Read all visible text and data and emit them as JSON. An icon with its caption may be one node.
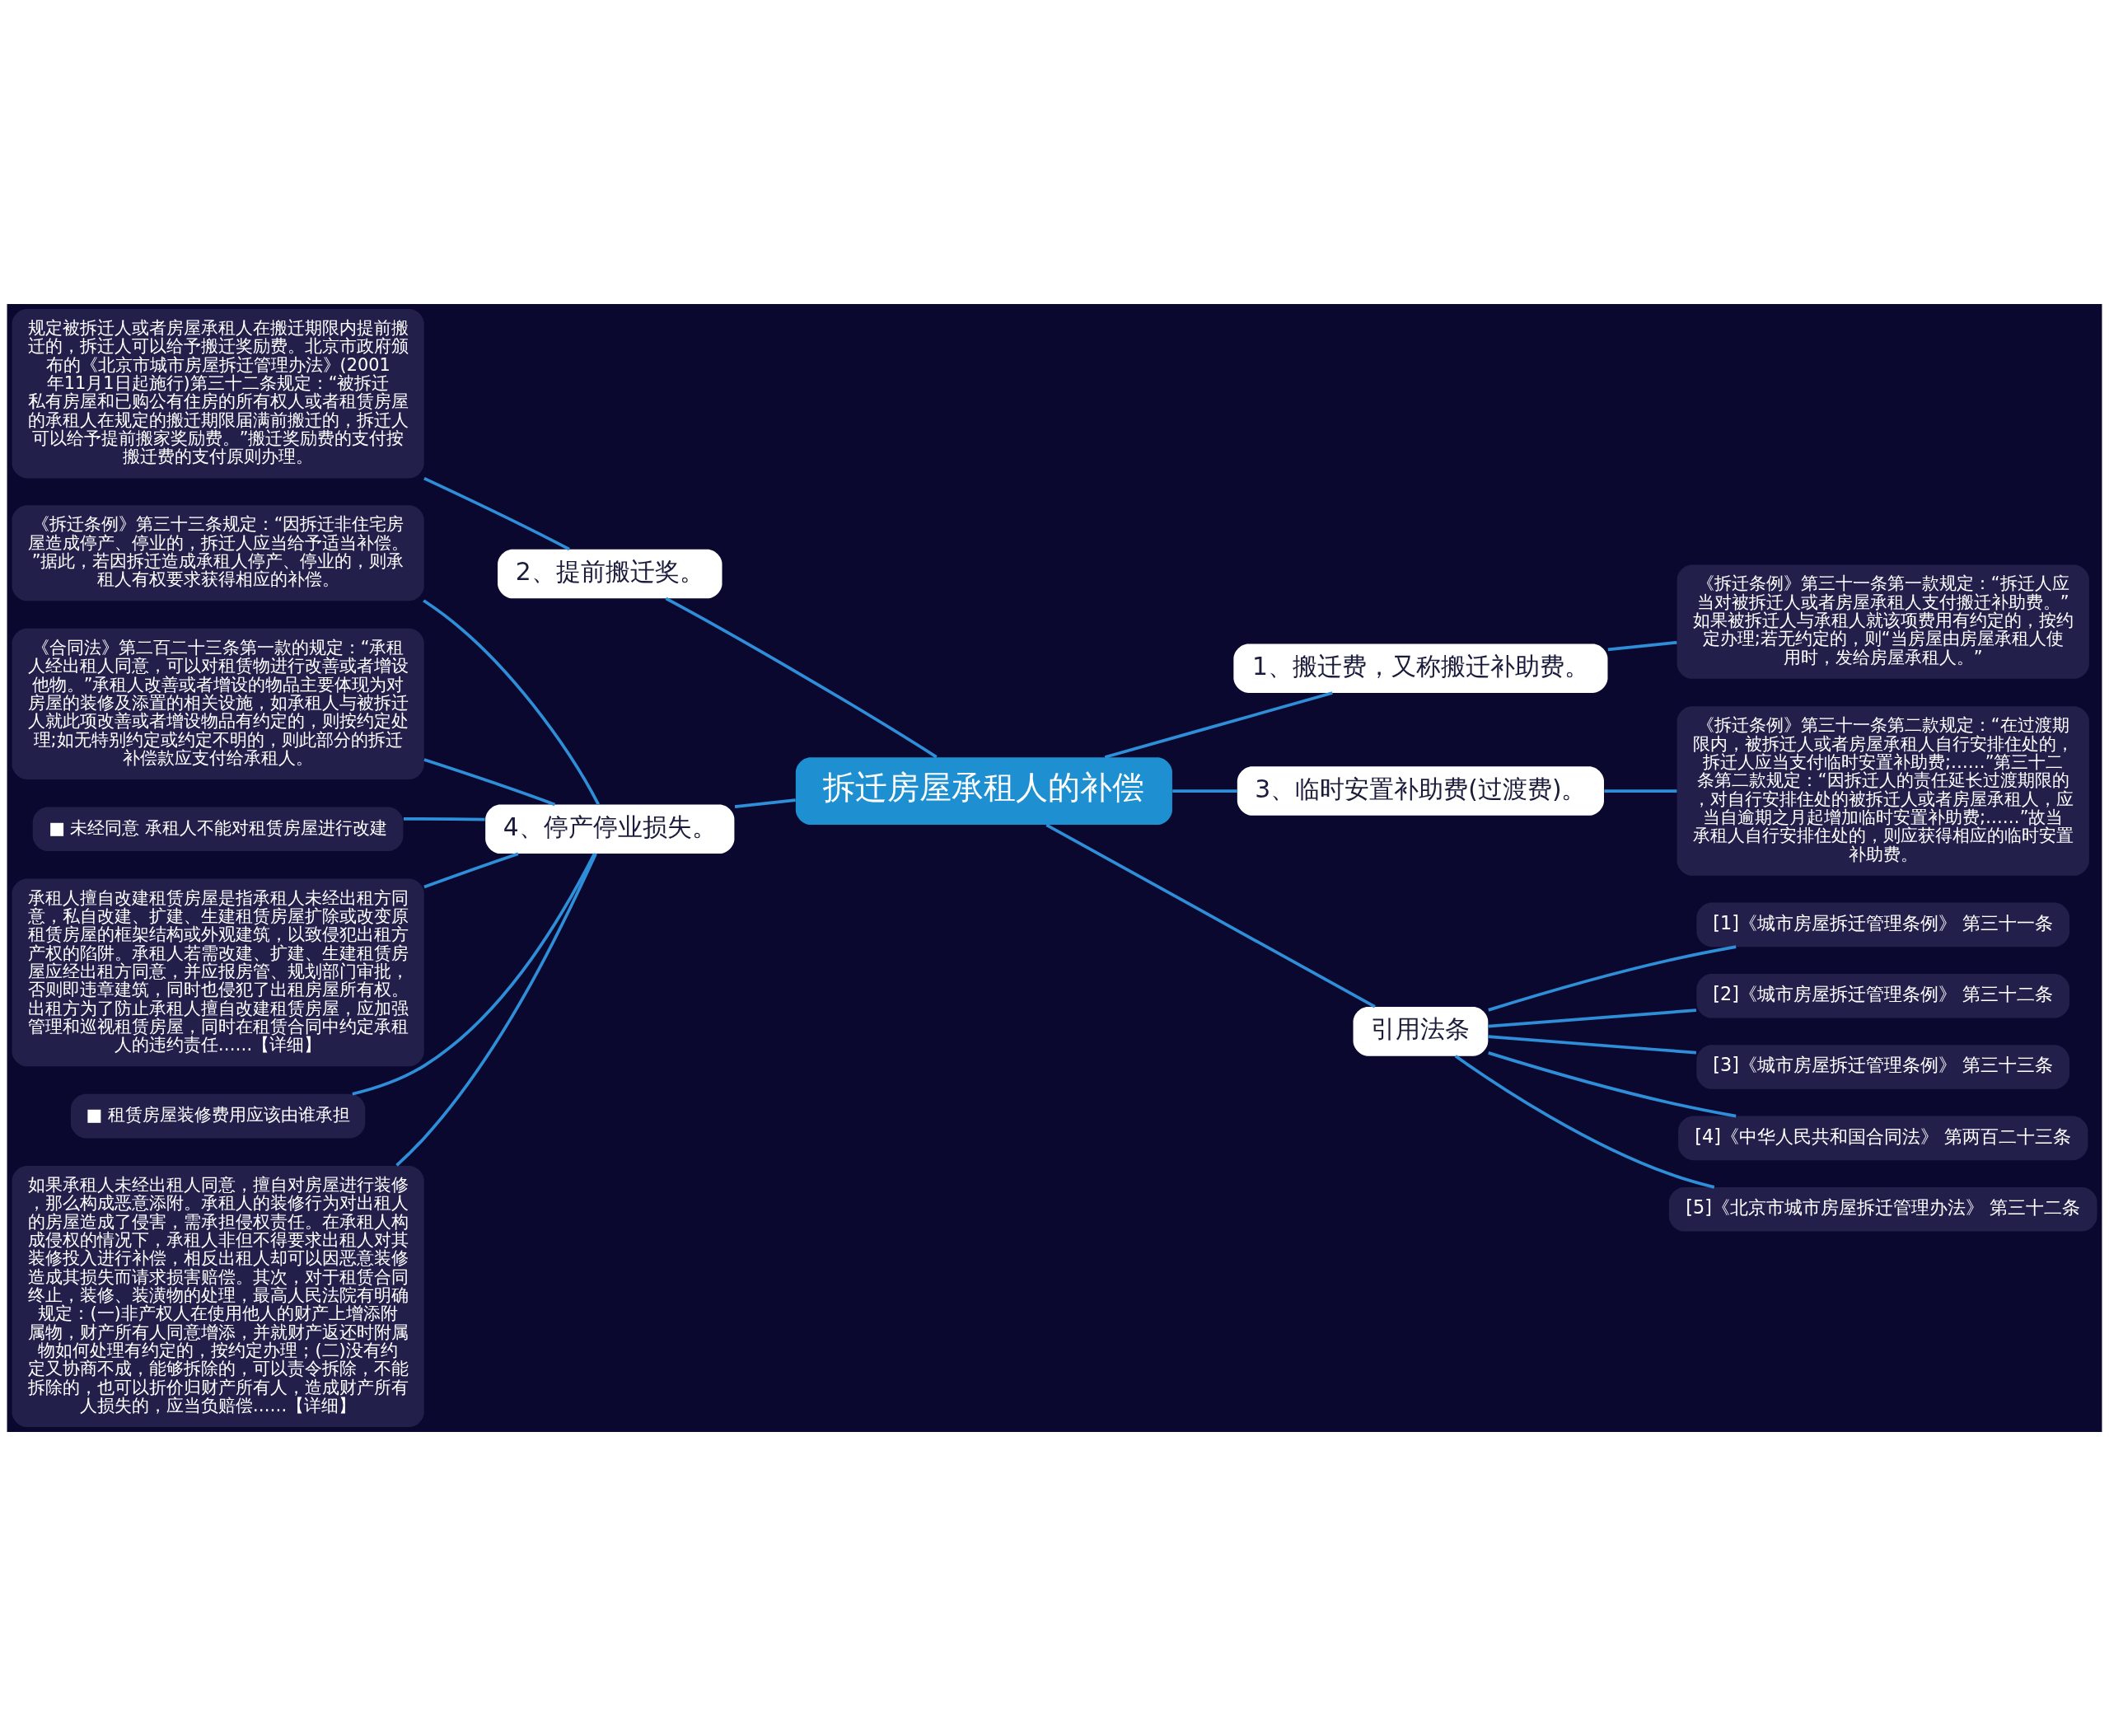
{
  "diagram": {
    "nodes": [
      {
        "text": [
          "拆迁房屋承租人的补偿"
        ]
      },
      {
        "text": [
          "2、提前搬迁奖。"
        ]
      },
      {
        "text": [
          "规定被拆迁人或者房屋承租人在搬迁期限内提前搬迁的，拆迁人可以给予搬迁奖励费。北京市政府颁布的《北京市城市房屋拆迁管理办法》(2001年11月1日起施行)第三十二条规定：“被拆迁私有房屋和已购公有住房的所有权人或者租赁房屋的承租人在规定的搬迁期限届满前搬迁的，拆迁人可以给予提前搬家奖励费。”搬迁奖励费的支付按搬迁费的支付原则办理。"
        ]
      },
      {
        "text": [
          "4、停产停业损失。"
        ]
      },
      {
        "text": [
          "《拆迁条例》第三十三条规定：“因拆迁非住宅房屋造成停产、停业的，拆迁人应当给予适当补偿。”据此，若因拆迁造成承租人停产、停业的，则承租人有权要求获得相应的补偿。"
        ]
      },
      {
        "text": [
          "《合同法》第二百二十三条第一款的规定：“承租人经出租人同意，可以对租赁物进行改善或者增设他物。”承租人改善或者增设的物品主要体现为对房屋的装修及添置的相关设施，如承租人与被拆迁人就此项改善或者增设物品有约定的，则按约定处理;如无特别约定或约定不明的，则此部分的拆迁补偿款应支付给承租人。"
        ]
      },
      {
        "text": [
          "■ 未经同意 承租人不能对租赁房屋进行改建"
        ]
      },
      {
        "text": [
          "承租人擅自改建租赁房屋是指承租人未经出租方同意，私自改建、扩建、生建租赁房屋扩除或改变原租赁房屋的框架结构或外观建筑，以致侵犯出租方产权的陷阱。承租人若需改建、扩建、生建租赁房屋应经出租方同意，并应报房管、规划部门审批，否则即违章建筑，同时也侵犯了出租房屋所有权。出租方为了防止承租人擅自改建租赁房屋，应加强管理和巡视租赁房屋，同时在租赁合同中约定承租人的违约责任……【详细】"
        ]
      },
      {
        "text": [
          "■ 租赁房屋装修费用应该由谁承担"
        ]
      },
      {
        "text": [
          "如果承租人未经出租人同意，擅自对房屋进行装修，那么构成恶意添附。承租人的装修行为对出租人的房屋造成了侵害，需承担侵权责任。在承租人构成侵权的情况下，承租人非但不得要求出租人对其装修投入进行补偿，相反出租人却可以因恶意装修造成其损失而请求损害赔偿。其次，对于租赁合同终止，装修、装潢物的处理，最高人民法院有明确规定：(一)非产权人在使用他人的财产上增添附属物，财产所有人同意增添，并就财产返还时附属物如何处理有约定的，按约定办理；(二)没有约定又协商不成，能够拆除的，可以责令拆除，不能拆除的，也可以折价归财产所有人，造成财产所有人损失的，应当负赔偿……【详细】"
        ]
      },
      {
        "text": [
          "1、搬迁费，又称搬迁补助费。"
        ]
      },
      {
        "text": [
          "《拆迁条例》第三十一条第一款规定：“拆迁人应当对被拆迁人或者房屋承租人支付搬迁补助费。”如果被拆迁人与承租人就该项费用有约定的，按约定办理;若无约定的，则“当房屋由房屋承租人使用时，发给房屋承租人。”"
        ]
      },
      {
        "text": [
          "3、临时安置补助费(过渡费)。"
        ]
      },
      {
        "text": [
          "《拆迁条例》第三十一条第二款规定：“在过渡期限内，被拆迁人或者房屋承租人自行安排住处的，拆迁人应当支付临时安置补助费;……”第三十二条第二款规定：“因拆迁人的责任延长过渡期限的，对自行安排住处的被拆迁人或者房屋承租人，应当自逾期之月起增加临时安置补助费;……”故当承租人自行安排住处的，则应获得相应的临时安置补助费。"
        ]
      },
      {
        "text": [
          "引用法条"
        ]
      },
      {
        "text": [
          "[1]《城市房屋拆迁管理条例》 第三十一条"
        ]
      },
      {
        "text": [
          "[2]《城市房屋拆迁管理条例》 第三十二条"
        ]
      },
      {
        "text": [
          "[3]《城市房屋拆迁管理条例》 第三十三条"
        ]
      },
      {
        "text": [
          "[4]《中华人民共和国合同法》 第两百二十三条"
        ]
      },
      {
        "text": [
          "[5]《北京市城市房屋拆迁管理办法》 第三十二条"
        ]
      }
    ],
    "edges": [
      {
        "from": 0,
        "to": 1,
        "arrow": "none"
      },
      {
        "from": 1,
        "to": 2,
        "arrow": "none"
      },
      {
        "from": 0,
        "to": 3,
        "arrow": "none"
      },
      {
        "from": 3,
        "to": 4,
        "arrow": "none"
      },
      {
        "from": 3,
        "to": 5,
        "arrow": "none"
      },
      {
        "from": 3,
        "to": 6,
        "arrow": "none"
      },
      {
        "from": 3,
        "to": 7,
        "arrow": "none"
      },
      {
        "from": 3,
        "to": 8,
        "arrow": "none"
      },
      {
        "from": 3,
        "to": 9,
        "arrow": "none"
      },
      {
        "from": 0,
        "to": 10,
        "arrow": "none"
      },
      {
        "from": 10,
        "to": 11,
        "arrow": "none"
      },
      {
        "from": 0,
        "to": 12,
        "arrow": "none"
      },
      {
        "from": 12,
        "to": 13,
        "arrow": "none"
      },
      {
        "from": 0,
        "to": 14,
        "arrow": "none"
      },
      {
        "from": 14,
        "to": 15,
        "arrow": "none"
      },
      {
        "from": 14,
        "to": 16,
        "arrow": "none"
      },
      {
        "from": 14,
        "to": 17,
        "arrow": "none"
      },
      {
        "from": 14,
        "to": 18,
        "arrow": "none"
      },
      {
        "from": 14,
        "to": 19,
        "arrow": "none"
      }
    ]
  }
}
